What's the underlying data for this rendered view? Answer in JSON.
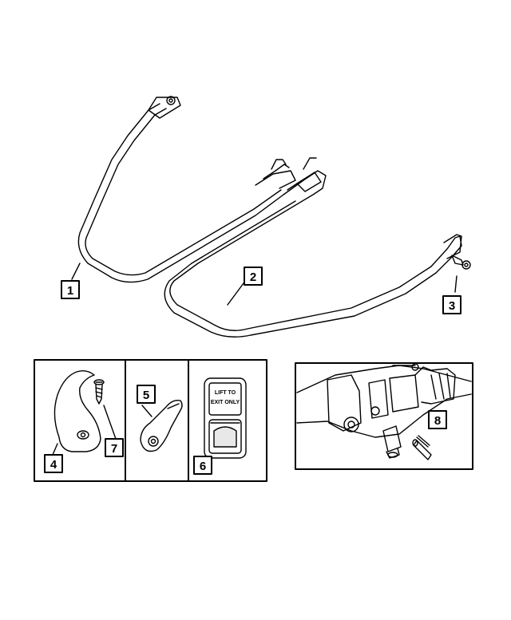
{
  "callouts": [
    {
      "id": "1",
      "label": "1"
    },
    {
      "id": "2",
      "label": "2"
    },
    {
      "id": "3",
      "label": "3"
    },
    {
      "id": "4",
      "label": "4"
    },
    {
      "id": "5",
      "label": "5"
    },
    {
      "id": "6",
      "label": "6"
    },
    {
      "id": "7",
      "label": "7"
    },
    {
      "id": "8",
      "label": "8"
    }
  ],
  "handle_label": {
    "line1": "LIFT TO",
    "line2": "EXIT ONLY"
  },
  "colors": {
    "line": "#000000",
    "background": "#ffffff"
  }
}
